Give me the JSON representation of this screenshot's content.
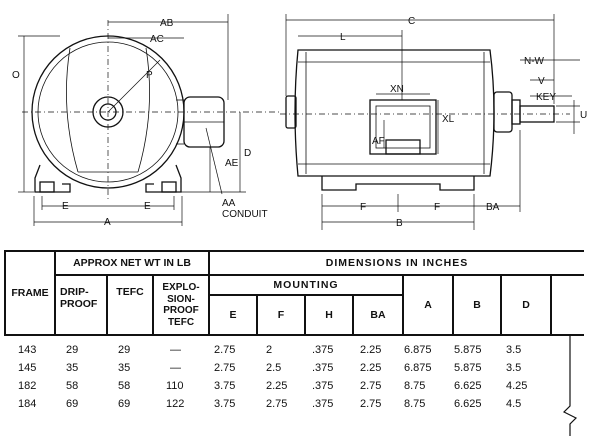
{
  "drawing": {
    "front_labels": {
      "ab": "AB",
      "ac": "AC",
      "o": "O",
      "p": "P",
      "d": "D",
      "ae": "AE",
      "e_left": "E",
      "e_right": "E",
      "a": "A",
      "aa": "AA",
      "conduit": "CONDUIT"
    },
    "side_labels": {
      "c": "C",
      "l": "L",
      "xn": "XN",
      "xl": "XL",
      "af": "AF",
      "nw": "N-W",
      "v": "V",
      "key": "KEY",
      "u": "U",
      "f_left": "F",
      "f_right": "F",
      "b": "B",
      "ba": "BA"
    }
  },
  "table": {
    "headers": {
      "frame": "FRAME",
      "weight_group": "APPROX NET WT IN LB",
      "dims_group": "DIMENSIONS IN INCHES",
      "mounting_group": "MOUNTING",
      "dripproof": "DRIP-\nPROOF",
      "tefc": "TEFC",
      "explosion": "EXPLO-\nSION-\nPROOF\nTEFC",
      "e": "E",
      "f": "F",
      "h": "H",
      "ba": "BA",
      "a": "A",
      "b": "B",
      "d": "D"
    },
    "rows": [
      {
        "frame": "143",
        "dripproof": "29",
        "tefc": "29",
        "explosion": "—",
        "e": "2.75",
        "f": "2",
        "h": ".375",
        "ba": "2.25",
        "a": "6.875",
        "b": "5.875",
        "d": "3.5"
      },
      {
        "frame": "145",
        "dripproof": "35",
        "tefc": "35",
        "explosion": "—",
        "e": "2.75",
        "f": "2.5",
        "h": ".375",
        "ba": "2.25",
        "a": "6.875",
        "b": "5.875",
        "d": "3.5"
      },
      {
        "frame": "182",
        "dripproof": "58",
        "tefc": "58",
        "explosion": "110",
        "e": "3.75",
        "f": "2.25",
        "h": ".375",
        "ba": "2.75",
        "a": "8.75",
        "b": "6.625",
        "d": "4.25"
      },
      {
        "frame": "184",
        "dripproof": "69",
        "tefc": "69",
        "explosion": "122",
        "e": "3.75",
        "f": "2.75",
        "h": ".375",
        "ba": "2.75",
        "a": "8.75",
        "b": "6.625",
        "d": "4.5"
      }
    ]
  }
}
